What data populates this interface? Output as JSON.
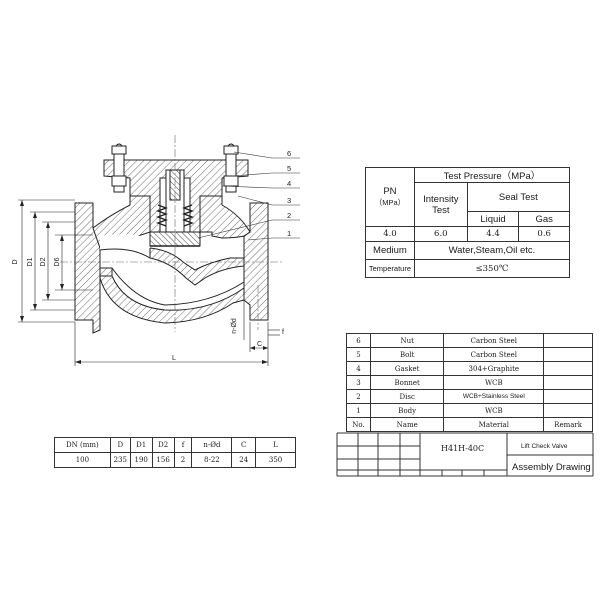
{
  "drawing": {
    "balloons": [
      "6",
      "5",
      "4",
      "3",
      "2",
      "1"
    ],
    "dimension_labels": {
      "D": "D",
      "D1": "D1",
      "D2": "D2",
      "D6": "D6",
      "n_d": "n-Ød",
      "f": "f",
      "C": "C",
      "L": "L"
    }
  },
  "spec_table": {
    "pn_label": "PN",
    "pn_unit": "（MPa）",
    "test_pressure_header": "Test Pressure（MPa）",
    "intensity_test": "Intensity Test",
    "seal_test": "Seal Test",
    "liquid": "Liquid",
    "gas": "Gas",
    "values": [
      "4.0",
      "6.0",
      "4.4",
      "0.6"
    ],
    "medium_label": "Medium",
    "medium_value": "Water,Steam,Oil etc.",
    "temperature_label": "Temperature",
    "temperature_value": "≤350℃"
  },
  "dims_table": {
    "headers": [
      "DN (mm)",
      "D",
      "D1",
      "D2",
      "f",
      "n-Ød",
      "C",
      "L"
    ],
    "values": [
      "100",
      "235",
      "190",
      "156",
      "2",
      "8-22",
      "24",
      "350"
    ]
  },
  "bom": {
    "rows": [
      {
        "no": "6",
        "name": "Nut",
        "material": "Carbon Steel",
        "remark": ""
      },
      {
        "no": "5",
        "name": "Bolt",
        "material": "Carbon Steel",
        "remark": ""
      },
      {
        "no": "4",
        "name": "Gasket",
        "material": "304+Graphite",
        "remark": ""
      },
      {
        "no": "3",
        "name": "Bonnet",
        "material": "WCB",
        "remark": ""
      },
      {
        "no": "2",
        "name": "Disc",
        "material": "WCB+Stainless Steel",
        "remark": ""
      },
      {
        "no": "1",
        "name": "Body",
        "material": "WCB",
        "remark": ""
      }
    ],
    "header": {
      "no": "No.",
      "name": "Name",
      "material": "Material",
      "remark": "Remark"
    }
  },
  "title_block": {
    "code": "H41H-40C",
    "product_name": "Lift Check Valve",
    "drawing_type": "Assembly Drawing"
  }
}
